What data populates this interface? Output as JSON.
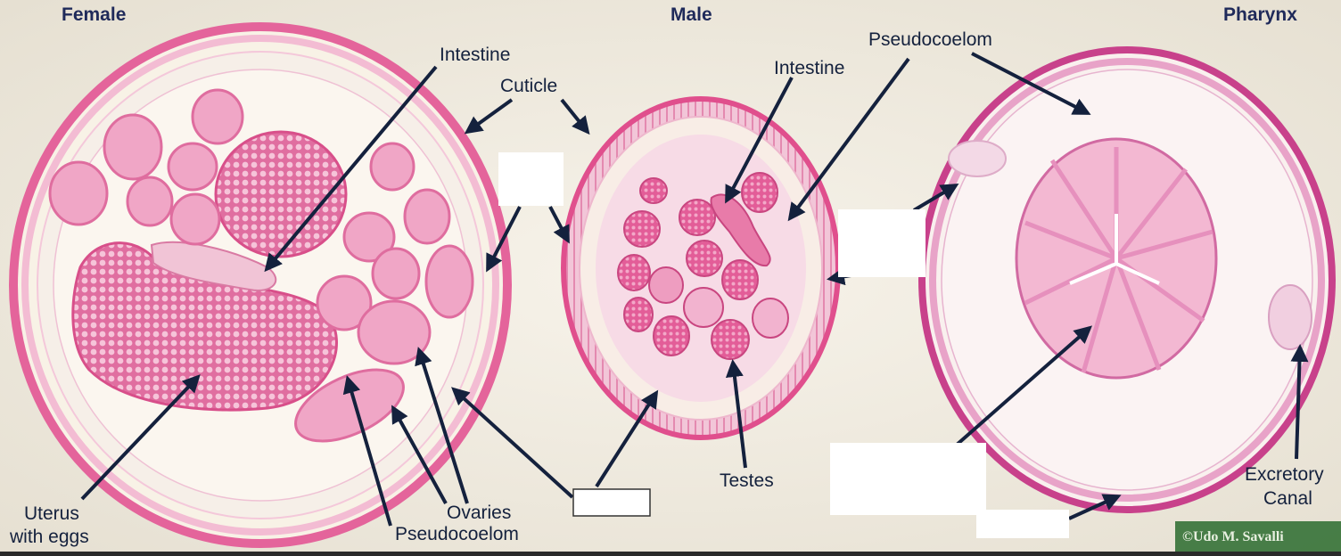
{
  "headings": {
    "female": "Female",
    "male": "Male",
    "pharynx": "Pharynx"
  },
  "labels": {
    "intestine_female": "Intestine",
    "cuticle": "Cuticle",
    "intestine_male": "Intestine",
    "pseudocoelom_top": "Pseudocoelom",
    "uterus_line1": "Uterus",
    "uterus_line2": "with eggs",
    "ovaries": "Ovaries",
    "pseudocoelom_bottom": "Pseudocoelom",
    "testes": "Testes",
    "excretory_line1": "Excretory",
    "excretory_line2": "Canal"
  },
  "credit": "©Udo M. Savalli",
  "colors": {
    "background": "#f0ebe0",
    "tissue_pink": "#e77aa8",
    "cuticle": "#d83c82",
    "ink": "#14213d"
  }
}
